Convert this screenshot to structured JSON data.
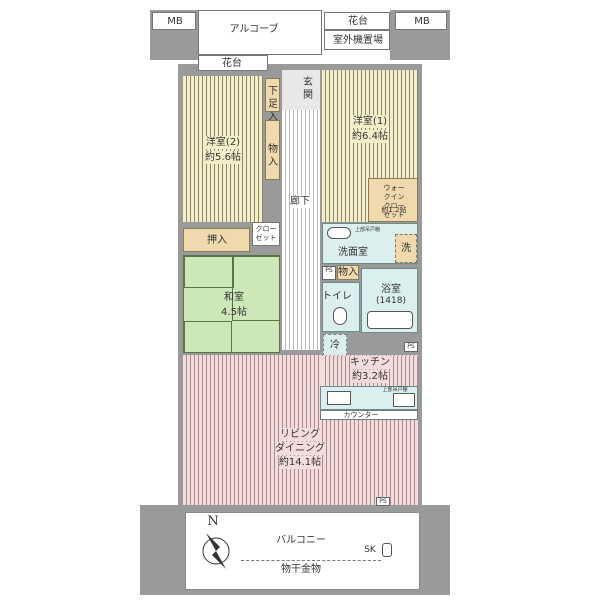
{
  "labels": {
    "mb_left": "MB",
    "mb_right": "MB",
    "alcove": "アルコーブ",
    "planter_top": "花台",
    "outdoor_unit": "室外機置場",
    "planter_left": "花台",
    "entrance": "玄関",
    "shoe_storage": "下足入",
    "storage_west": "物入",
    "western_room_2": "洋室(2)",
    "western_room_2_size": "約5.6帖",
    "western_room_1": "洋室(1)",
    "western_room_1_size": "約6.4帖",
    "corridor": "廊下",
    "walkin_closet": "ウォークイン\nクローゼット",
    "walkin_closet_size": "約1.2帖",
    "upper_cabinet_wash": "上部吊戸棚",
    "washroom": "洗面室",
    "washer": "洗",
    "oshiire": "押入",
    "closet": "クローゼット",
    "japanese_room": "和室",
    "japanese_room_size": "4.5帖",
    "ps": "PS",
    "storage_wash": "物入",
    "toilet": "トイレ",
    "bathroom": "浴室",
    "bathroom_size": "(1418)",
    "fridge": "冷",
    "kitchen": "キッチン",
    "kitchen_size": "約3.2帖",
    "upper_cabinet_kitchen": "上部吊戸棚",
    "counter": "カウンター",
    "living": "リビング",
    "dining": "ダイニング",
    "living_size": "約14.1帖",
    "balcony": "バルコニー",
    "drying_hardware": "物干金物",
    "sk": "SK",
    "north": "N"
  },
  "colors": {
    "western": "#f3edc8",
    "living": "#f2dcdc",
    "wet": "#dcefef",
    "storage": "#f0d9ad",
    "tatami": "#cde8b8"
  }
}
